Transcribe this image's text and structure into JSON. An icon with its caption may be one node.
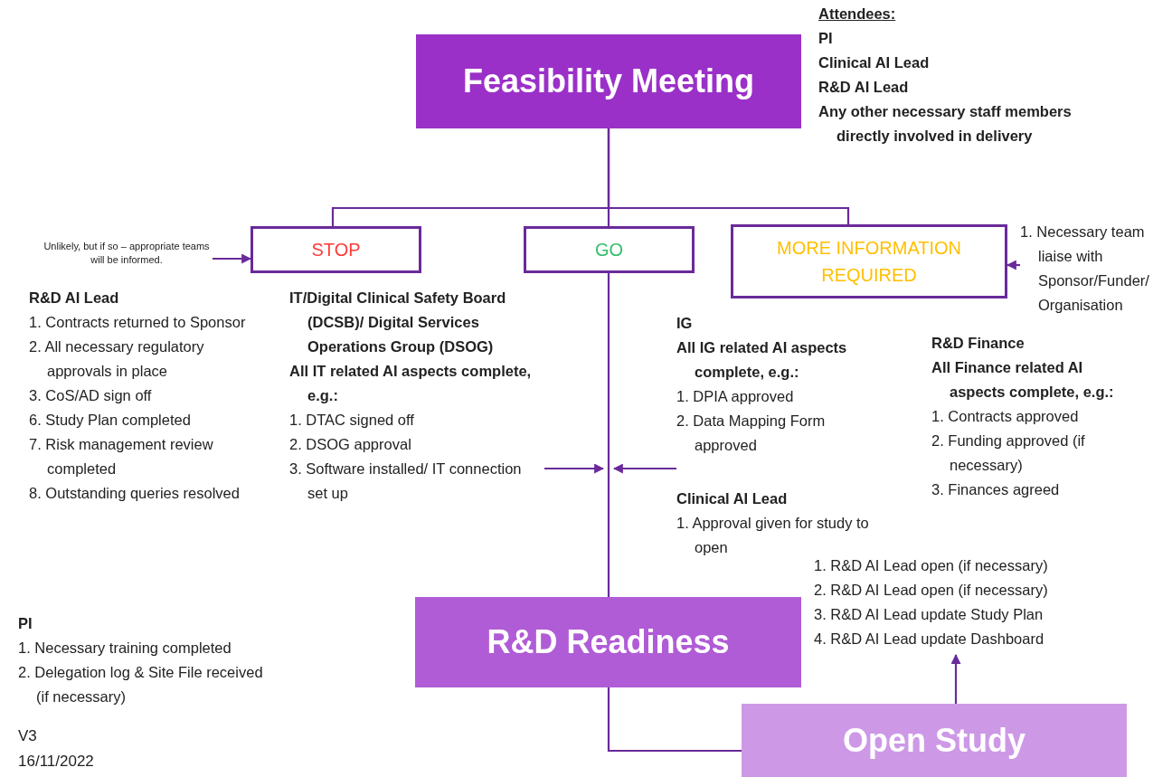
{
  "diagram": {
    "nodes": [
      {
        "text": [
          "Feasibility Meeting"
        ]
      },
      {
        "text": [
          "STOP"
        ]
      },
      {
        "text": [
          "GO"
        ]
      },
      {
        "text": [
          "MORE INFORMATION REQUIRED"
        ]
      },
      {
        "text": [
          "R&D Readiness"
        ]
      },
      {
        "text": [
          "Open Study"
        ]
      },
      {
        "text": [
          "Unlikely, but if so – appropriate teams will be informed."
        ]
      },
      {
        "text": [
          "1. Necessary team liaise with Sponsor/Funder/ Organisation"
        ]
      },
      {
        "text": [
          "IT/Digital Clinical Safety Board (DCSB)/ Digital Services Operations Group (DSOG)",
          "All IT related AI aspects complete, e.g.:",
          "1. DTAC signed off",
          "2. DSOG approval",
          "3. Software installed/ IT connection set up"
        ]
      },
      {
        "text": [
          "IG",
          "All IG related AI aspects complete, e.g.:",
          "1. DPIA approved",
          "2. Data Mapping Form approved"
        ]
      },
      {
        "text": [
          "1. R&D AI Lead open (if necessary)",
          "2. R&D AI Lead open (if necessary)",
          "3. R&D AI Lead update Study Plan",
          "4. R&D AI Lead update Dashboard"
        ]
      }
    ],
    "edges": [
      {
        "from": 0,
        "to": 1,
        "arrow": "none"
      },
      {
        "from": 0,
        "to": 2,
        "arrow": "none"
      },
      {
        "from": 0,
        "to": 3,
        "arrow": "none"
      },
      {
        "from": 2,
        "to": 4,
        "arrow": "none"
      },
      {
        "from": 4,
        "to": 5,
        "arrow": "none"
      },
      {
        "from": 6,
        "to": 1,
        "arrow": "to"
      },
      {
        "from": 7,
        "to": 3,
        "arrow": "to"
      },
      {
        "from": 8,
        "to": null,
        "arrow": "to"
      },
      {
        "from": 9,
        "to": null,
        "arrow": "to"
      },
      {
        "from": 5,
        "to": 10,
        "arrow": "to"
      }
    ],
    "labels": [
      "Attendees:",
      "PI",
      "Clinical AI Lead",
      "R&D AI Lead",
      "Any other necessary staff members directly involved in delivery",
      "R&D AI Lead",
      "1. Contracts returned to Sponsor",
      "2. All necessary regulatory approvals in place",
      "3. CoS/AD sign off",
      "6. Study Plan completed",
      "7. Risk management review completed",
      "8. Outstanding queries resolved",
      "Clinical AI Lead",
      "1. Approval given for study to open",
      "R&D Finance",
      "All Finance related AI aspects complete, e.g.:",
      "1. Contracts approved",
      "2. Funding approved (if necessary)",
      "3. Finances agreed",
      "PI",
      "1. Necessary training completed",
      "2. Delegation log & Site File received (if necessary)",
      "V3",
      "16/11/2022"
    ]
  }
}
